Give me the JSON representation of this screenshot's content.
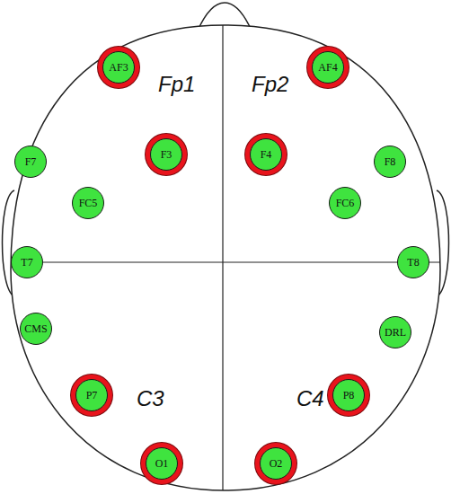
{
  "diagram": {
    "nodes": [
      {
        "text": [
          "AF3"
        ]
      },
      {
        "text": [
          "AF4"
        ]
      },
      {
        "text": [
          "F7"
        ]
      },
      {
        "text": [
          "F3"
        ]
      },
      {
        "text": [
          "F4"
        ]
      },
      {
        "text": [
          "F8"
        ]
      },
      {
        "text": [
          "FC5"
        ]
      },
      {
        "text": [
          "FC6"
        ]
      },
      {
        "text": [
          "T7"
        ]
      },
      {
        "text": [
          "T8"
        ]
      },
      {
        "text": [
          "CMS"
        ]
      },
      {
        "text": [
          "DRL"
        ]
      },
      {
        "text": [
          "P7"
        ]
      },
      {
        "text": [
          "P8"
        ]
      },
      {
        "text": [
          "O1"
        ]
      },
      {
        "text": [
          "O2"
        ]
      }
    ],
    "edges": [],
    "labels": [
      "Fp1",
      "Fp2",
      "C3",
      "C4"
    ]
  }
}
